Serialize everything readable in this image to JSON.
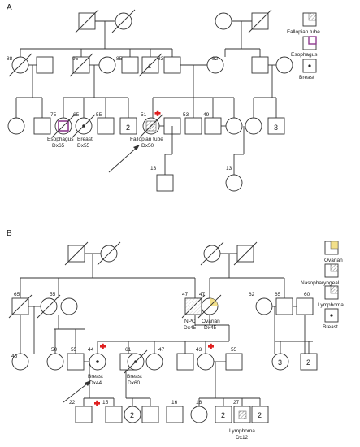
{
  "panel_a": {
    "label": "A",
    "ages": {
      "a88": "88",
      "a95": "95",
      "a85": "85",
      "a83": "83",
      "a82": "82",
      "a75": "75",
      "a65": "65",
      "a55": "55",
      "a51": "51",
      "a53": "53",
      "a49": "49",
      "a13m": "13",
      "a13f": "13"
    },
    "sibship_counts": {
      "c4": "4",
      "c2": "2",
      "c3": "3"
    },
    "diagnoses": {
      "esophagus": "Esophagus",
      "esophagus_dx": "Dx65",
      "breast": "Breast",
      "breast_dx": "Dx55",
      "fallopian": "Fallopian tube",
      "fallopian_dx": "Dx50"
    },
    "legend": {
      "fallopian": "Fallopian tube",
      "esophagus": "Esophagus",
      "breast": "Breast"
    }
  },
  "panel_b": {
    "label": "B",
    "ages": {
      "b65": "65",
      "b55a": "55",
      "b47npc": "47",
      "b47ov": "47",
      "b62": "62",
      "b65r": "65",
      "b60": "60",
      "b45": "45",
      "b50": "50",
      "b55b": "55",
      "b44": "44",
      "b61": "61",
      "b47c": "47",
      "b43": "43",
      "b55c": "55",
      "b22": "22",
      "b15": "15",
      "b16a": "16",
      "b16b": "16",
      "b27": "27"
    },
    "sibship_counts": {
      "c3": "3",
      "c2a": "2",
      "c2b": "2",
      "c2c": "2",
      "c2d": "2"
    },
    "diagnoses": {
      "npc": "NPC",
      "npc_dx": "Dx45",
      "ovarian": "Ovarian",
      "ovarian_dx": "Dx45",
      "breast1": "Breast",
      "breast1_dx": "Dx44",
      "breast2": "Breast",
      "breast2_dx": "Dx60",
      "lymphoma": "Lymphoma",
      "lymphoma_dx": "Dx12"
    },
    "legend": {
      "ovarian": "Ovarian",
      "naso": "Nasopharyngeal",
      "lymphoma": "Lymphoma",
      "breast": "Breast"
    }
  },
  "colors": {
    "line": "#333333",
    "esophagus_purple": "#8e3a8e",
    "ovarian_yellow": "#f3e08a",
    "carrier_red": "#e02020",
    "hatch": "#777777"
  }
}
